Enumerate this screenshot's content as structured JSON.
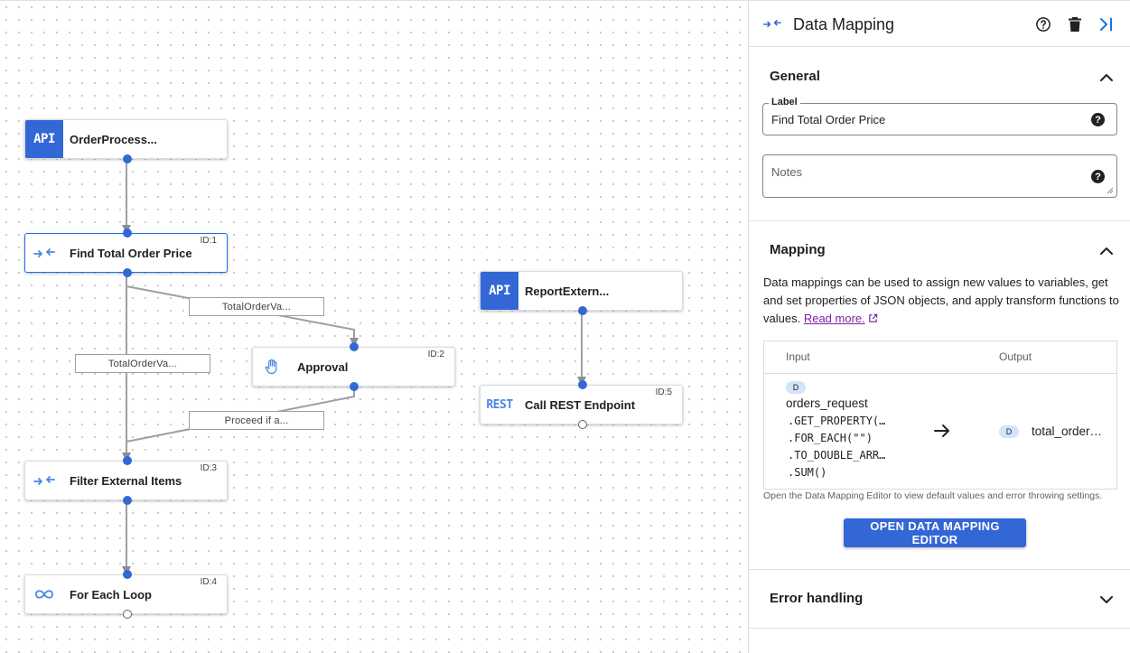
{
  "canvas": {
    "nodes": [
      {
        "key": "orderprocess",
        "title": "OrderProcess...",
        "id_label": "",
        "icon": "api-icon",
        "icon_text": "API"
      },
      {
        "key": "findtotal",
        "title": "Find Total Order Price",
        "id_label": "ID:1",
        "icon": "data-mapping-icon",
        "icon_text": ""
      },
      {
        "key": "approval",
        "title": "Approval",
        "id_label": "ID:2",
        "icon": "hand-icon",
        "icon_text": ""
      },
      {
        "key": "filter",
        "title": "Filter External Items",
        "id_label": "ID:3",
        "icon": "data-mapping-icon",
        "icon_text": ""
      },
      {
        "key": "foreach",
        "title": "For Each Loop",
        "id_label": "ID:4",
        "icon": "loop-icon",
        "icon_text": ""
      },
      {
        "key": "reportextern",
        "title": "ReportExtern...",
        "id_label": "",
        "icon": "api-icon",
        "icon_text": "API"
      },
      {
        "key": "callrest",
        "title": "Call REST Endpoint",
        "id_label": "ID:5",
        "icon": "rest-icon",
        "icon_text": "REST"
      }
    ],
    "edge_labels": [
      {
        "key": "to-approval",
        "text": "TotalOrderVa..."
      },
      {
        "key": "to-filter",
        "text": "TotalOrderVa..."
      },
      {
        "key": "approval-to-filter",
        "text": "Proceed if a..."
      }
    ]
  },
  "panel": {
    "title": "Data Mapping",
    "header_icons": [
      "help-icon",
      "delete-icon",
      "collapse-panel-icon"
    ],
    "general": {
      "title": "General",
      "label_field_label": "Label",
      "label_value": "Find Total Order Price",
      "notes_placeholder": "Notes"
    },
    "mapping": {
      "title": "Mapping",
      "description": "Data mappings can be used to assign new values to variables, get and set properties of JSON objects, and apply transform functions to values.",
      "read_more": "Read more.",
      "input_header": "Input",
      "output_header": "Output",
      "input_type": "D",
      "input_variable": "orders_request",
      "input_functions": [
        ".GET_PROPERTY(…",
        ".FOR_EACH(\"\")",
        ".TO_DOUBLE_ARR…",
        ".SUM()"
      ],
      "output_type": "D",
      "output_variable": "total_order…",
      "footnote": "Open the Data Mapping Editor to view default values and error throwing settings.",
      "button_label": "OPEN DATA MAPPING EDITOR"
    },
    "error_handling": {
      "title": "Error handling"
    }
  },
  "colors": {
    "accent": "#3367d6",
    "edge": "#9aa0a6",
    "link": "#7b1fa2"
  }
}
